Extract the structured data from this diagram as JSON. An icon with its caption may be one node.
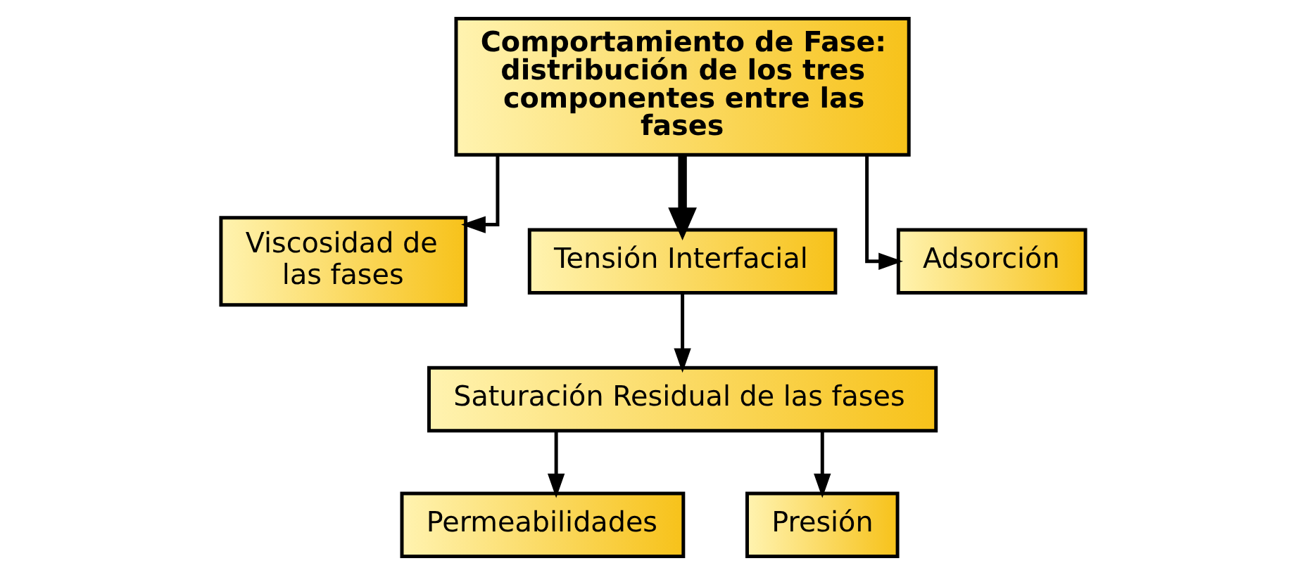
{
  "diagram": {
    "nodes": [
      {
        "text": [
          "Comportamiento de Fase: distribución de los tres componentes entre las fases"
        ]
      },
      {
        "text": [
          "Viscosidad de las fases"
        ]
      },
      {
        "text": [
          "Tensión Interfacial"
        ]
      },
      {
        "text": [
          "Adsorción"
        ]
      },
      {
        "text": [
          "Saturación Residual de las fases"
        ]
      },
      {
        "text": [
          "Permeabilidades"
        ]
      },
      {
        "text": [
          "Presión"
        ]
      }
    ],
    "edges": [
      {
        "from": 0,
        "to": 1,
        "arrow": "to"
      },
      {
        "from": 0,
        "to": 2,
        "arrow": "to",
        "style": "thick"
      },
      {
        "from": 0,
        "to": 3,
        "arrow": "to"
      },
      {
        "from": 2,
        "to": 4,
        "arrow": "to"
      },
      {
        "from": 4,
        "to": 5,
        "arrow": "to"
      },
      {
        "from": 4,
        "to": 6,
        "arrow": "to"
      }
    ]
  }
}
